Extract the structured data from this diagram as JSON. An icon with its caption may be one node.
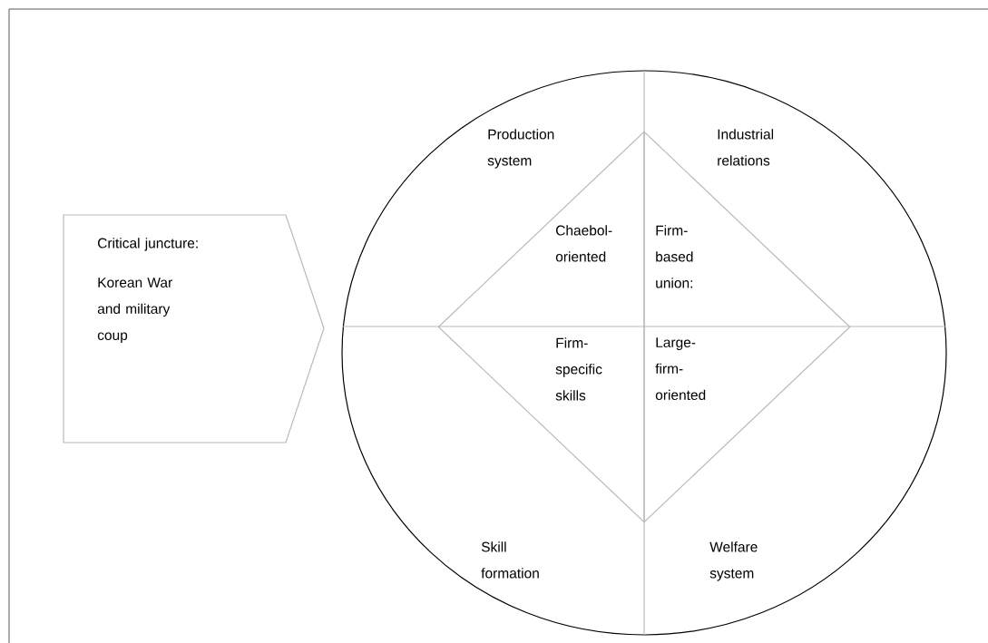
{
  "diagram": {
    "nodes": [
      {
        "text": [
          "Critical juncture:",
          "Korean War and military coup"
        ]
      },
      {
        "text": [
          "Production system",
          "Industrial relations",
          "Skill formation",
          "Welfare system"
        ]
      },
      {
        "text": [
          "Chaebol-oriented",
          "Firm-based union:",
          "Firm-specific skills",
          "Large-firm-oriented"
        ],
        "in": 1
      }
    ]
  }
}
